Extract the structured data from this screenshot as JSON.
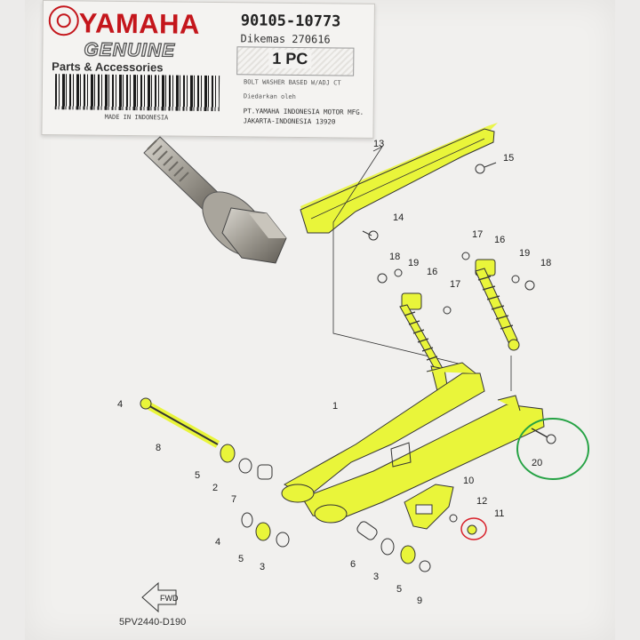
{
  "label": {
    "brand": "YAMAHA",
    "genuine": "GENUINE",
    "parts_accessories": "Parts & Accessories",
    "made_in": "MADE IN INDONESIA",
    "part_number": "90105-10773",
    "packed": "Dikemas 270616",
    "quantity": "1 PC",
    "description": "BOLT WASHER BASED W/ADJ CT",
    "origin": "Diedarkan oleh",
    "maker": "PT.YAMAHA INDONESIA MOTOR MFG.",
    "city": "JAKARTA-INDONESIA 13920"
  },
  "diagram": {
    "callouts": [
      "1",
      "2",
      "3",
      "3",
      "4",
      "4",
      "5",
      "5",
      "5",
      "6",
      "7",
      "8",
      "9",
      "10",
      "11",
      "12",
      "13",
      "14",
      "15",
      "16",
      "16",
      "17",
      "17",
      "18",
      "18",
      "19",
      "19",
      "20"
    ],
    "fwd_label": "FWD",
    "drawing_code": "5PV2440-D190"
  },
  "colors": {
    "highlight": "#e9f53a",
    "green_circle": "#25a244",
    "red_circle": "#d8202a",
    "line": "#333333"
  },
  "icons": [
    "yamaha-tuning-fork-icon",
    "fwd-arrow-icon"
  ]
}
